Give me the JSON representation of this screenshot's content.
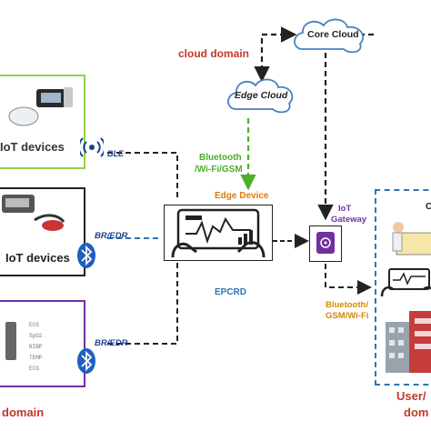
{
  "labels": {
    "cloud_domain": "cloud domain",
    "core_cloud": "Core Cloud",
    "edge_cloud": "Edge Cloud",
    "bluetooth_wifi_gsm_line1": "Bluetooth",
    "bluetooth_wifi_gsm_line2": "/Wi-Fi/GSM",
    "edge_device": "Edge Device",
    "epcrd": "EPCRD",
    "iot_gateway_line1": "IoT",
    "iot_gateway_line2": "Gateway",
    "bluetooth_gsm_wifi_line1": "Bluetooth/",
    "bluetooth_gsm_wifi_line2": "GSM/Wi-Fi",
    "iot_devices_1": "IoT devices",
    "iot_devices_2": "IoT devices",
    "ble": "BLE",
    "br_edr_1": "BR/EDR",
    "br_edr_2": "BR/EDR",
    "left_domain": "domain",
    "user_domain_line1": "User/",
    "user_domain_line2": "dom",
    "caregiver_partial": "Ca",
    "sensor_labels": [
      "ECG",
      "SpO2",
      "NIBP",
      "TEMP",
      "ECG"
    ]
  },
  "colors": {
    "cloud_domain_text": "#c0392b",
    "edge_device_text": "#e07b00",
    "bluetooth_text": "#4caf2a",
    "epcrd_text": "#2e75b6",
    "gateway_text": "#7030a0",
    "bt_gsm_text": "#d48a00",
    "green_box": "#92d050",
    "purple_box": "#7030a0",
    "blue_box": "#2e75b6",
    "bluetooth_blue": "#1f5fbf"
  }
}
